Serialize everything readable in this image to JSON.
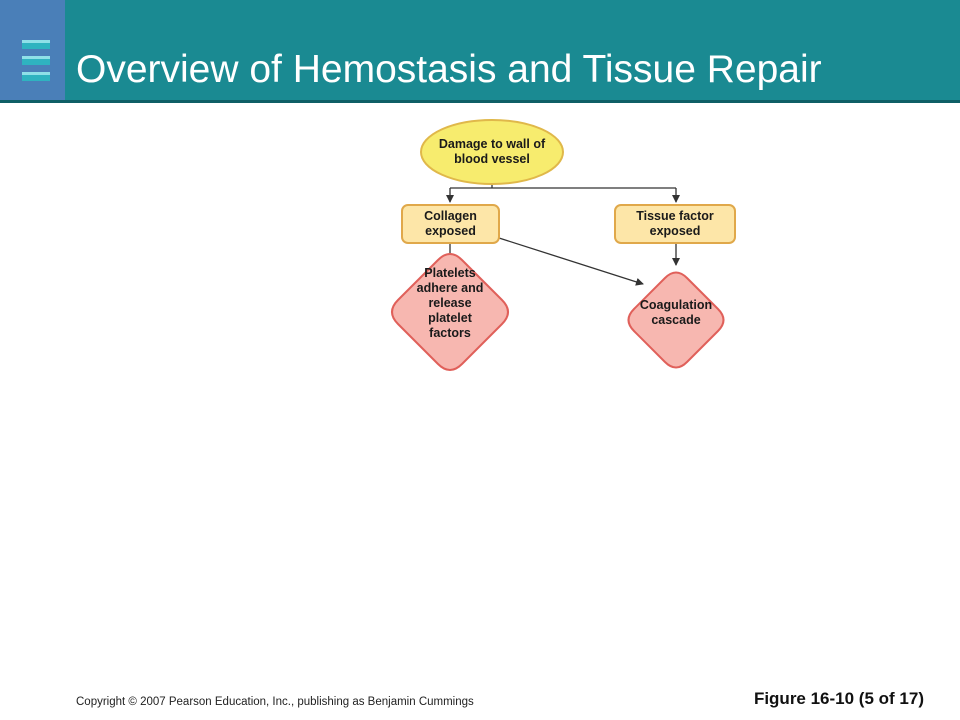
{
  "slide": {
    "title": "Overview of Hemostasis and Tissue Repair",
    "copyright": "Copyright © 2007 Pearson Education, Inc., publishing as Benjamin Cummings",
    "figure_label": "Figure 16-10 (5 of 17)"
  },
  "diagram": {
    "nodes": {
      "damage": "Damage to wall of blood vessel",
      "collagen": "Collagen exposed",
      "tissue_factor": "Tissue factor exposed",
      "platelets": "Platelets adhere and release platelet factors",
      "coagulation": "Coagulation cascade"
    },
    "colors": {
      "header": "#1a8a92",
      "header_side": "#4a7fb8",
      "ellipse_fill": "#f7ec6e",
      "ellipse_stroke": "#e0b84a",
      "box_fill": "#fde6a8",
      "box_stroke": "#e0a84a",
      "diamond_fill": "#f7b7b0",
      "diamond_stroke": "#e0605a"
    }
  }
}
